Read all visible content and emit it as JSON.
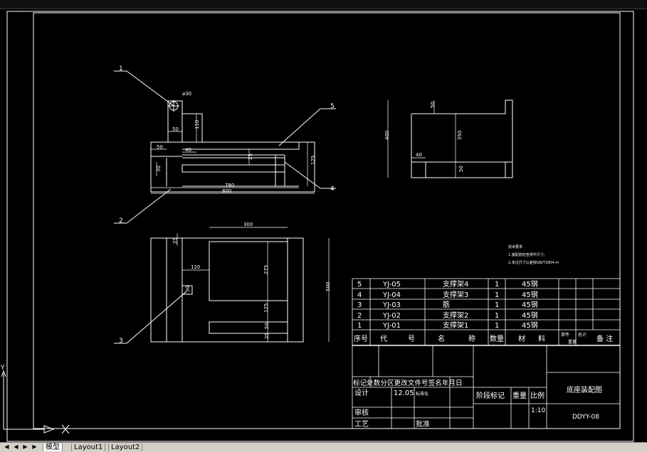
{
  "drawing": {
    "callouts": [
      "1",
      "2",
      "3",
      "4",
      "5"
    ],
    "front_view_dims": {
      "hole": "⌀30",
      "d50_top": "50",
      "d110": "110",
      "d40": "40",
      "d50_left": "50",
      "d30": "30",
      "d25": "25",
      "d125": "125",
      "d780": "780",
      "d800": "800"
    },
    "side_view_dims": {
      "d50_top": "50",
      "d400": "400",
      "d350": "350",
      "d40": "40",
      "d50_bottom": "50"
    },
    "top_view_dims": {
      "d300": "300",
      "d25": "25",
      "d120": "120",
      "d275": "275",
      "d30": "30",
      "d500": "500",
      "d125": "125",
      "d50": "50",
      "d25b": "25"
    },
    "tech_notes": {
      "title": "技术要求",
      "line1": "1.装配前检查零件尺寸;",
      "line2": "2.未注尺寸公差按GB/T1804-m"
    }
  },
  "bom": {
    "rows": [
      {
        "no": "5",
        "code": "YJ-05",
        "name": "支撑架4",
        "qty": "1",
        "material": "45钢"
      },
      {
        "no": "4",
        "code": "YJ-04",
        "name": "支撑架3",
        "qty": "1",
        "material": "45钢"
      },
      {
        "no": "3",
        "code": "YJ-03",
        "name": "筋",
        "qty": "1",
        "material": "45钢"
      },
      {
        "no": "2",
        "code": "YJ-02",
        "name": "支撑架2",
        "qty": "1",
        "material": "45钢"
      },
      {
        "no": "1",
        "code": "YJ-01",
        "name": "支撑架1",
        "qty": "1",
        "material": "45钢"
      }
    ],
    "header": {
      "no": "序号",
      "code_a": "代",
      "code_b": "号",
      "name_a": "名",
      "name_b": "称",
      "qty": "数量",
      "mat_a": "材",
      "mat_b": "料",
      "unit": "单件",
      "total": "总计",
      "weight": "重量",
      "note": "备 注"
    }
  },
  "title_block": {
    "revision_header": "标记处数分区更改文件号签名年月日",
    "design": "设计",
    "design_date": "12.05",
    "standardize": "标准化",
    "review": "审核",
    "process": "工艺",
    "approve": "批准",
    "stage_mark": "阶段标记",
    "weight": "重量",
    "scale": "比例",
    "scale_value": "1:10",
    "drawing_name": "底座装配图",
    "drawing_code": "DDYY-08"
  },
  "ucs": {
    "x": "X",
    "y": "Y"
  },
  "tabs": [
    "模型",
    "Layout1",
    "Layout2"
  ],
  "colors": {
    "background": "#000000",
    "lines": "#ffffff",
    "tabbar": "#d4d0c8"
  }
}
